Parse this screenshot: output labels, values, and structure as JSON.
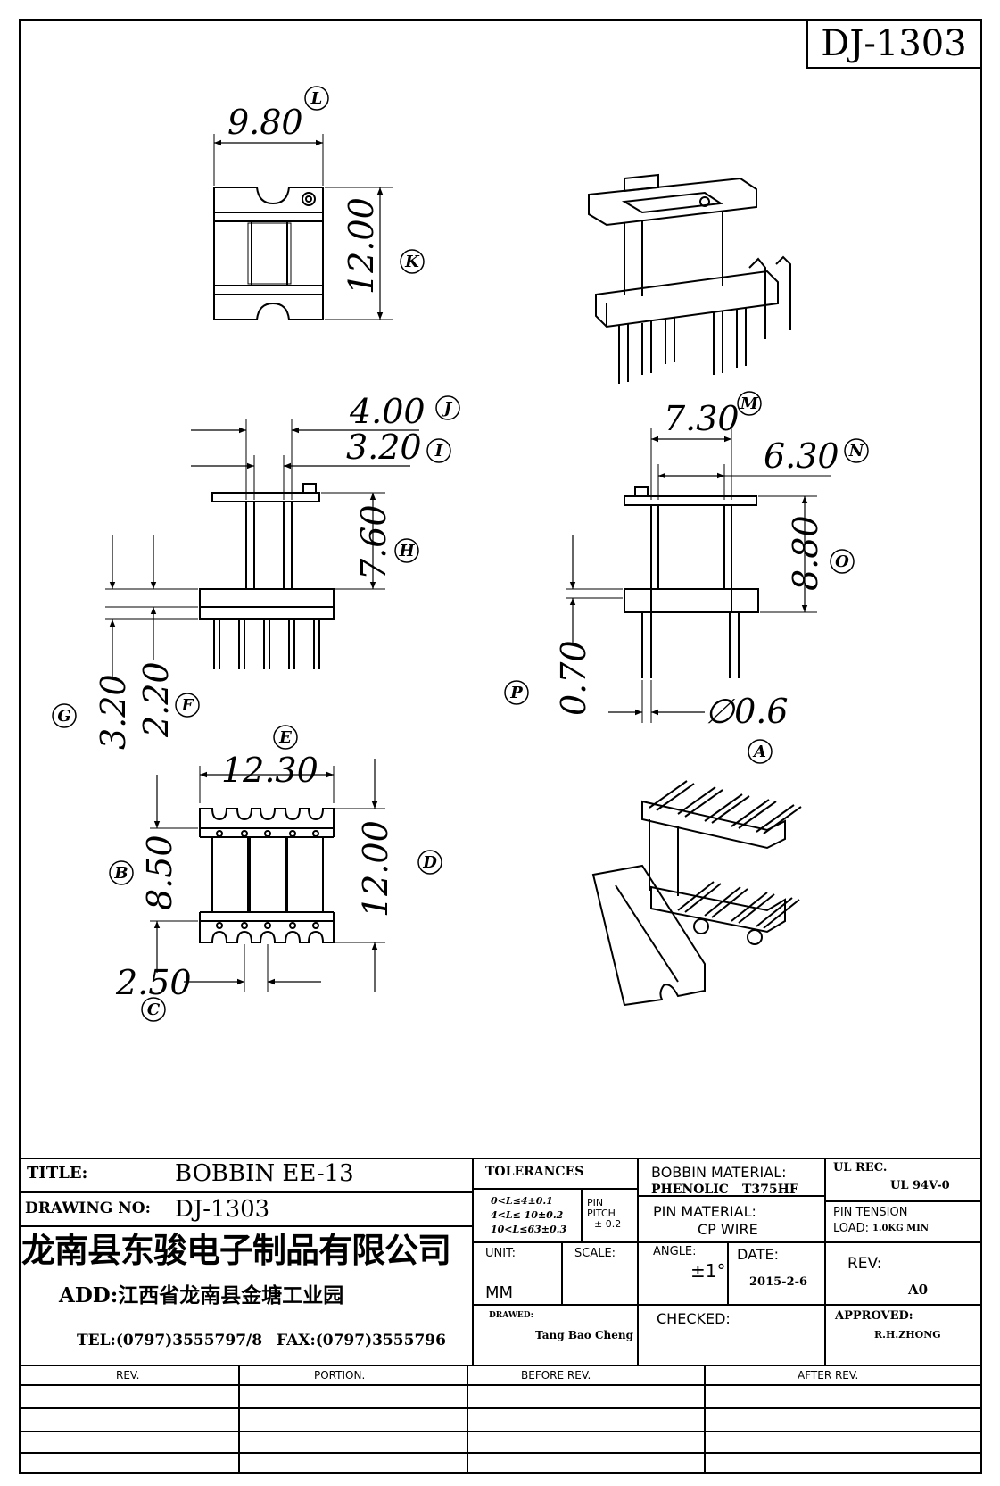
{
  "drawing_id": "DJ-1303",
  "dimensions": [
    {
      "key": "L",
      "value": "9.80"
    },
    {
      "key": "K",
      "value": "12.00"
    },
    {
      "key": "J",
      "value": "4.00"
    },
    {
      "key": "I",
      "value": "3.20"
    },
    {
      "key": "H",
      "value": "7.60"
    },
    {
      "key": "G",
      "value": "3.20"
    },
    {
      "key": "F",
      "value": "2.20"
    },
    {
      "key": "M",
      "value": "7.30"
    },
    {
      "key": "N",
      "value": "6.30"
    },
    {
      "key": "O",
      "value": "8.80"
    },
    {
      "key": "P",
      "value": "0.70"
    },
    {
      "key": "A",
      "value": "∅0.6"
    },
    {
      "key": "E",
      "value": "12.30"
    },
    {
      "key": "B",
      "value": "8.50"
    },
    {
      "key": "D",
      "value": "12.00"
    },
    {
      "key": "C",
      "value": "2.50"
    }
  ],
  "title_block": {
    "title_label": "TITLE:",
    "title_value": "BOBBIN EE-13",
    "drawing_no_label": "DRAWING NO:",
    "drawing_no_value": "DJ-1303",
    "company_name": "龙南县东骏电子制品有限公司",
    "address": "ADD:江西省龙南县金塘工业园",
    "tel": "TEL:(0797)3555797/8",
    "fax": "FAX:(0797)3555796",
    "tolerances_label": "TOLERANCES",
    "tol_line1": "0<L≤4±0.1",
    "tol_line2": "4<L≤  10±0.2",
    "tol_line3": "10<L≤63±0.3",
    "pin_pitch_label_1": "PIN",
    "pin_pitch_label_2": "PITCH",
    "pin_pitch_value": "± 0.2",
    "bobbin_material_label": "BOBBIN MATERIAL:",
    "bobbin_material_value_1": "PHENOLIC",
    "bobbin_material_value_2": "T375HF",
    "ul_rec_label": "UL REC.",
    "ul_rec_value": "UL  94V-0",
    "pin_material_label": "PIN MATERIAL:",
    "pin_material_value": "CP WIRE",
    "pin_tension_label": "PIN TENSION",
    "pin_tension_load_label": "LOAD:",
    "pin_tension_load_value": "1.0KG MIN",
    "unit_label": "UNIT:",
    "unit_value": "MM",
    "scale_label": "SCALE:",
    "angle_label": "ANGLE:",
    "angle_value": "±1°",
    "date_label": "DATE:",
    "date_value": "2015-2-6",
    "rev_label": "REV:",
    "rev_value": "A0",
    "drawn_label": "DRAWED:",
    "drawn_value": "Tang Bao Cheng",
    "checked_label": "CHECKED:",
    "approved_label": "APPROVED:",
    "approved_value": "R.H.ZHONG"
  },
  "revision_table": {
    "headers": [
      "REV.",
      "PORTION.",
      "BEFORE REV.",
      "AFTER REV."
    ]
  }
}
